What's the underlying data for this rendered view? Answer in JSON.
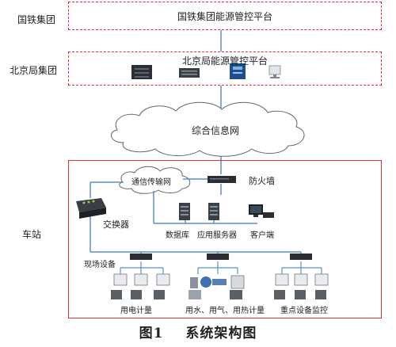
{
  "levels": {
    "national": {
      "side_label": "国铁集团",
      "platform_title": "国铁集团能源管控平台"
    },
    "bureau": {
      "side_label": "北京局集团",
      "platform_title": "北京局能源管控平台",
      "devices": [
        "server-rack-icon",
        "storage-array-icon",
        "server-tower-icon",
        "desktop-pc-icon"
      ]
    },
    "network": {
      "cloud_label": "综合信息网"
    },
    "station": {
      "side_label": "车站",
      "cloud_label": "通信传输网",
      "firewall_label": "防火墙",
      "switch_label": "交换器",
      "servers": [
        {
          "label": "数据库",
          "icon": "database-server-icon"
        },
        {
          "label": "应用服务器",
          "icon": "application-server-icon"
        },
        {
          "label": "客户端",
          "icon": "client-pc-icon"
        }
      ],
      "field_devices_label": "现场设备",
      "groups": [
        {
          "label": "用电计量",
          "icon": "electric-meter-icon"
        },
        {
          "label": "用水、用气、用热计量",
          "icon": "water-gas-heat-meter-icon"
        },
        {
          "label": "重点设备监控",
          "icon": "equipment-monitor-icon"
        }
      ]
    }
  },
  "caption": {
    "figure": "图1",
    "title": "系统架构图"
  },
  "colors": {
    "dashed_border": "#e0313b",
    "station_border": "#e0313b",
    "link_line": "#5b8fc9"
  }
}
